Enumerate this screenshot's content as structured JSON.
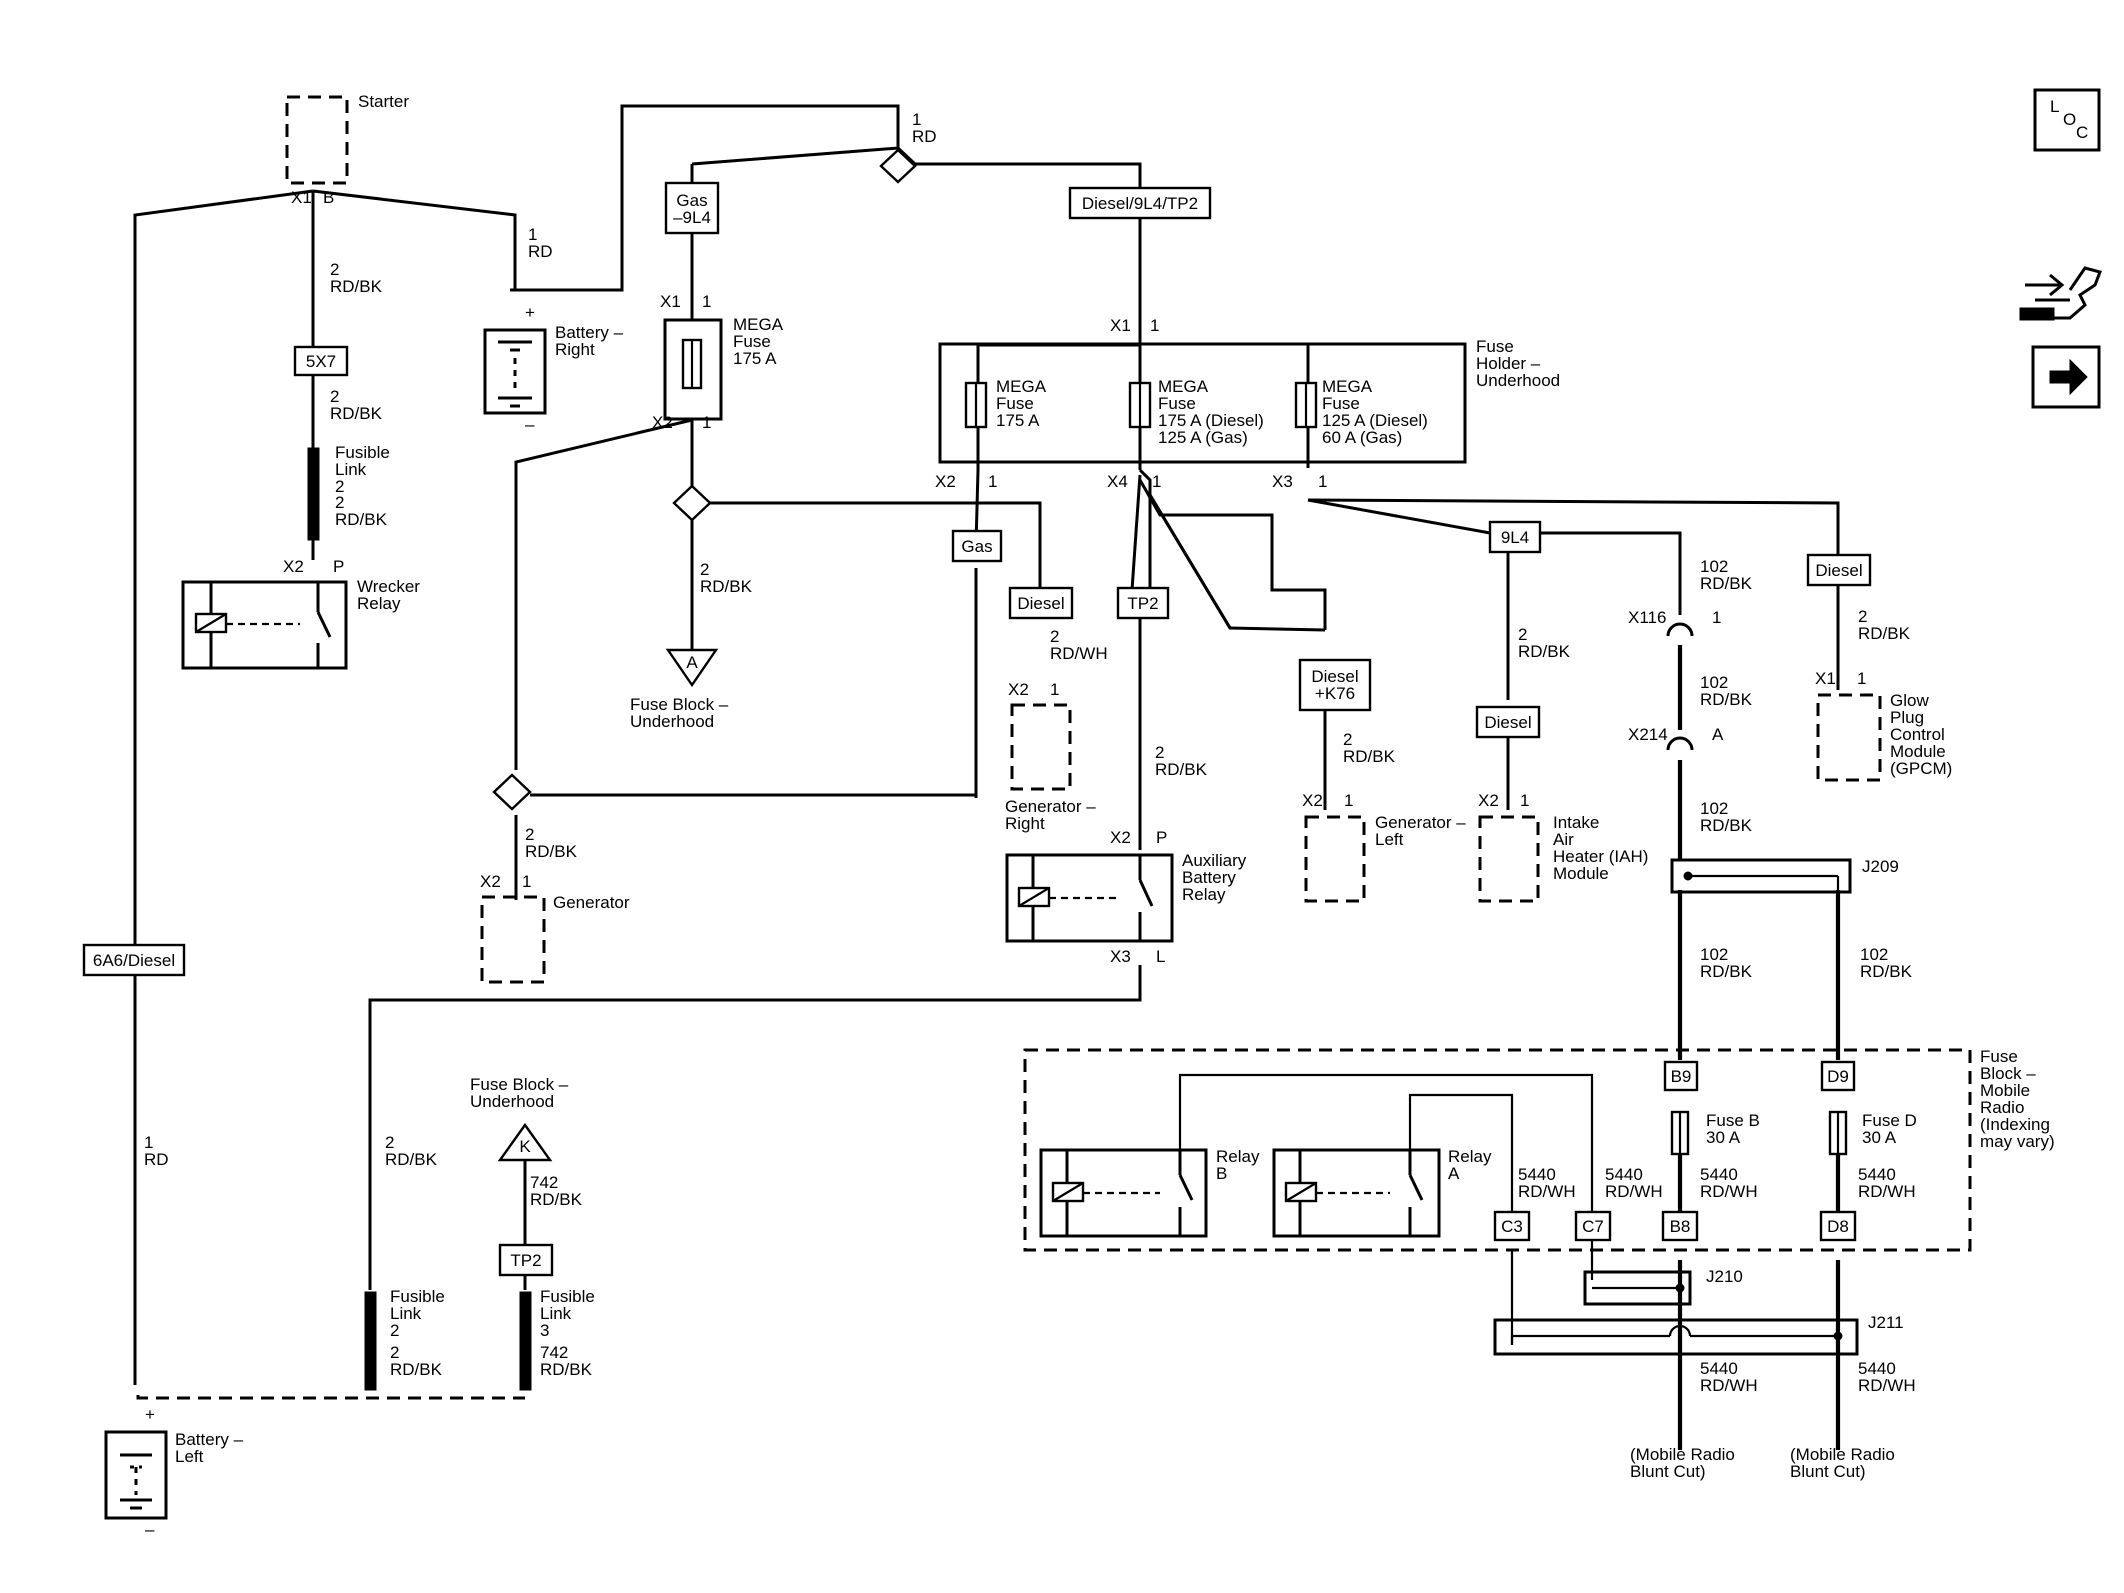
{
  "components": {
    "starter": "Starter",
    "battery_right": "Battery –\nRight",
    "battery_left": "Battery –\nLeft",
    "wrecker_relay": "Wrecker\nRelay",
    "fuse_block_underhood_a": "Fuse Block –\nUnderhood",
    "fuse_block_underhood_k": "Fuse Block –\nUnderhood",
    "fuse_holder": "Fuse\nHolder –\nUnderhood",
    "generator": "Generator",
    "generator_right": "Generator –\nRight",
    "generator_left": "Generator –\nLeft",
    "aux_battery_relay": "Auxiliary\nBattery\nRelay",
    "iah_module": "Intake\nAir\nHeater (IAH)\nModule",
    "gpcm": "Glow\nPlug\nControl\nModule\n(GPCM)",
    "fuse_block_mobile_radio": "Fuse\nBlock –\nMobile\nRadio\n(Indexing\nmay vary)",
    "relay_b": "Relay\nB",
    "relay_a": "Relay\nA",
    "mobile_radio_1": "(Mobile Radio\nBlunt Cut)",
    "mobile_radio_2": "(Mobile Radio\nBlunt Cut)",
    "fusible_link_1": "Fusible\nLink\n2",
    "fusible_link_2": "Fusible\nLink\n2",
    "fusible_link_3": "Fusible\nLink\n3"
  },
  "fuses": {
    "mega_175": "MEGA\nFuse\n175 A",
    "holder_f1": "MEGA\nFuse\n175 A",
    "holder_f2": "MEGA\nFuse\n175 A (Diesel)\n125 A (Gas)",
    "holder_f3": "MEGA\nFuse\n125 A (Diesel)\n60 A (Gas)",
    "fuse_b": "Fuse B\n30 A",
    "fuse_d": "Fuse D\n30 A"
  },
  "options": {
    "gas_9l4": "Gas\n–9L4",
    "diesel_9l4_tp2": "Diesel/9L4/TP2",
    "opt_5x7": "5X7",
    "opt_6a6": "6A6/Diesel",
    "gas": "Gas",
    "diesel_gen": "Diesel",
    "tp2_aux": "TP2",
    "diesel_k76": "Diesel\n+K76",
    "diesel_iah": "Diesel",
    "opt_9l4": "9L4",
    "diesel_gpcm": "Diesel",
    "tp2_fl": "TP2"
  },
  "wires": {
    "w_1rd_top": "1\nRD",
    "w_1rd_batt": "1\nRD",
    "w_2rdbk_start": "2\nRD/BK",
    "w_2rdbk_5x7": "2\nRD/BK",
    "w_2rdbk_fl": "2\nRD/BK",
    "w_2rdbk_a": "2\nRD/BK",
    "w_2rdwh": "2\nRD/WH",
    "w_2rdbk_aux": "2\nRD/BK",
    "w_2rdbk_gen": "2\nRD/BK",
    "w_2rdbk_genleft": "2\nRD/BK",
    "w_2rdbk_iah": "2\nRD/BK",
    "w_102_1": "102\nRD/BK",
    "w_102_2": "102\nRD/BK",
    "w_102_3": "102\nRD/BK",
    "w_102_4": "102\nRD/BK",
    "w_102_5": "102\nRD/BK",
    "w_2rdbk_gpcm": "2\nRD/BK",
    "w_1rd_left": "1\nRD",
    "w_2rdbk_x3": "2\nRD/BK",
    "w_742": "742\nRD/BK",
    "w_5440_c3": "5440\nRD/WH",
    "w_5440_c7": "5440\nRD/WH",
    "w_5440_b8": "5440\nRD/WH",
    "w_5440_d8": "5440\nRD/WH",
    "w_5440_out1": "5440\nRD/WH",
    "w_5440_out2": "5440\nRD/WH",
    "w_fl2": "2\nRD/BK",
    "w_fl3": "742\nRD/BK"
  },
  "connectors": {
    "x1b": "X1",
    "pin_b": "B",
    "x2p": "X2",
    "pin_p": "P",
    "mega_x1": "X1",
    "mega_x1_pin": "1",
    "mega_x2": "X2",
    "mega_x2_pin": "1",
    "top_pin": "1",
    "holder_x1": "X1",
    "holder_x1_pin": "1",
    "holder_x2": "X2",
    "holder_x2_pin": "1",
    "holder_x4": "X4",
    "holder_x4_pin": "1",
    "holder_x3": "X3",
    "holder_x3_pin": "1",
    "genr_x2": "X2",
    "genr_pin": "1",
    "aux_x2": "X2",
    "aux_p": "P",
    "aux_x3": "X3",
    "aux_l": "L",
    "gen_x2": "X2",
    "gen_pin": "1",
    "genl_x2": "X2",
    "genl_pin": "1",
    "iah_x2": "X2",
    "iah_pin": "1",
    "x116": "X116",
    "x116_pin": "1",
    "x214": "X214",
    "x214_pin": "A",
    "gpcm_x1": "X1",
    "gpcm_pin": "1",
    "j209": "J209",
    "j210": "J210",
    "j211": "J211",
    "b9": "B9",
    "d9": "D9",
    "b8": "B8",
    "d8": "D8",
    "c3": "C3",
    "c7": "C7",
    "plus": "+",
    "minus": "–",
    "plus_left": "+",
    "minus_left": "–"
  },
  "refs": {
    "a": "A",
    "k": "K"
  },
  "icons": {
    "loc_l": "L",
    "loc_o": "O",
    "loc_c": "C"
  }
}
